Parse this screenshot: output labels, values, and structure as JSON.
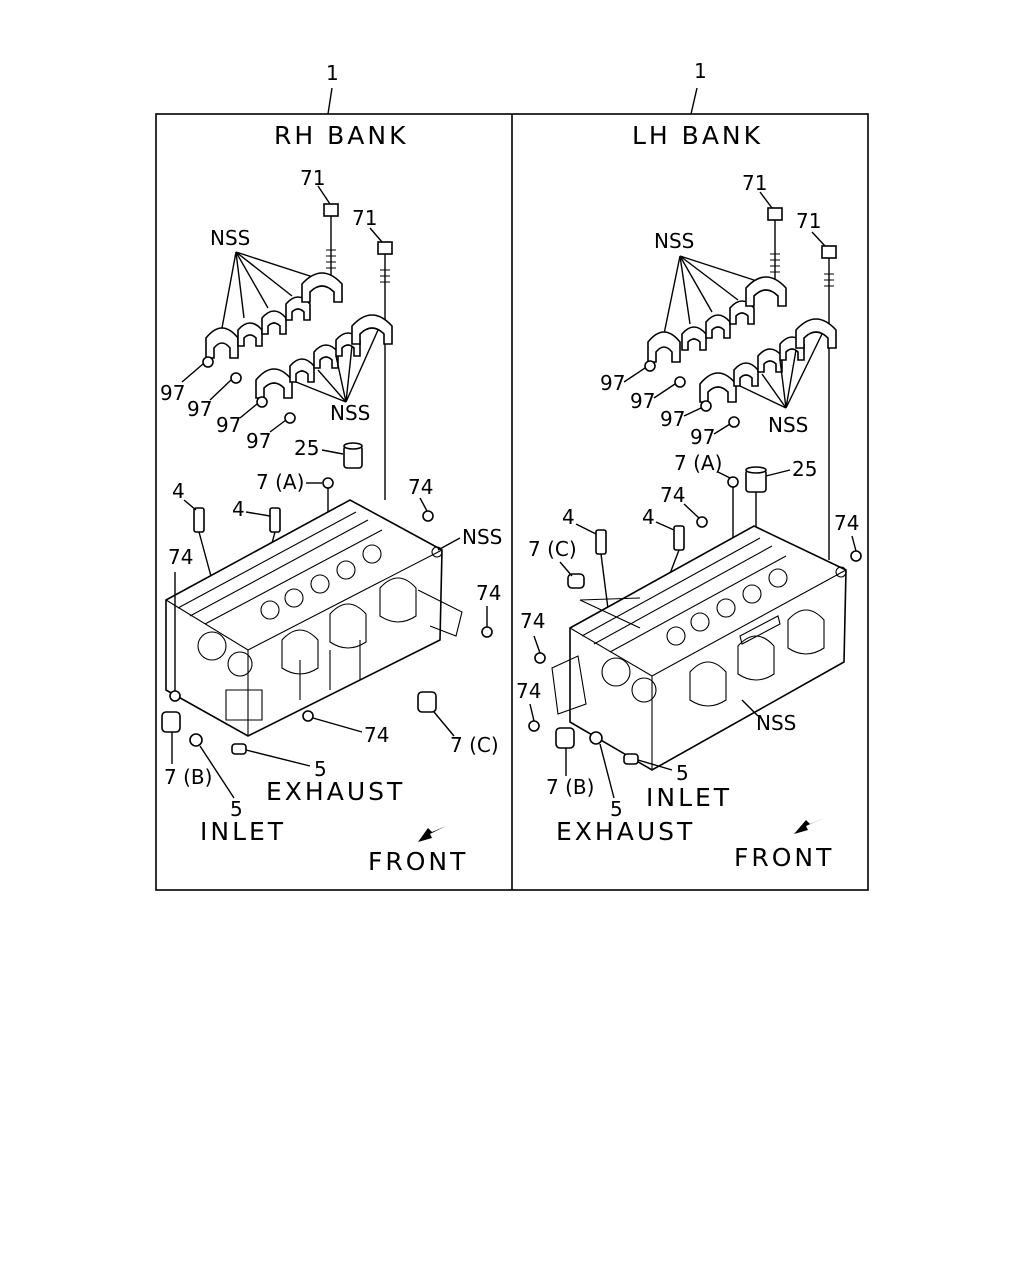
{
  "callout_top": "1",
  "rh": {
    "title": "RH BANK",
    "labels": {
      "bolt_a": "71",
      "bolt_b": "71",
      "nss_upper": "NSS",
      "nss_lower": "NSS",
      "nss_right": "NSS",
      "cap_a": "97",
      "cap_b": "97",
      "cap_c": "97",
      "cap_d": "97",
      "lifter": "25",
      "plug_a": "7 (A)",
      "dowel_a": "4",
      "dowel_b": "4",
      "plug_74_top": "74",
      "plug_74_left": "74",
      "plug_74_right": "74",
      "plug_74_bottom": "74",
      "plug_b": "7 (B)",
      "plug_c": "7 (C)",
      "seal_exhaust": "5",
      "seal_inlet": "5",
      "exhaust": "EXHAUST",
      "inlet": "INLET",
      "front": "FRONT"
    }
  },
  "lh": {
    "title": "LH BANK",
    "labels": {
      "bolt_a": "71",
      "bolt_b": "71",
      "nss_upper": "NSS",
      "nss_lower": "NSS",
      "nss_right": "NSS",
      "cap_a": "97",
      "cap_b": "97",
      "cap_c": "97",
      "cap_d": "97",
      "lifter": "25",
      "plug_a": "7 (A)",
      "dowel_a": "4",
      "dowel_b": "4",
      "plug_74_top": "74",
      "plug_74_left": "74",
      "plug_74_right": "74",
      "plug_74_bottom": "74",
      "plug_b": "7 (B)",
      "plug_c": "7 (C)",
      "seal_exhaust": "5",
      "seal_inlet": "5",
      "exhaust": "EXHAUST",
      "inlet": "INLET",
      "front": "FRONT"
    }
  }
}
